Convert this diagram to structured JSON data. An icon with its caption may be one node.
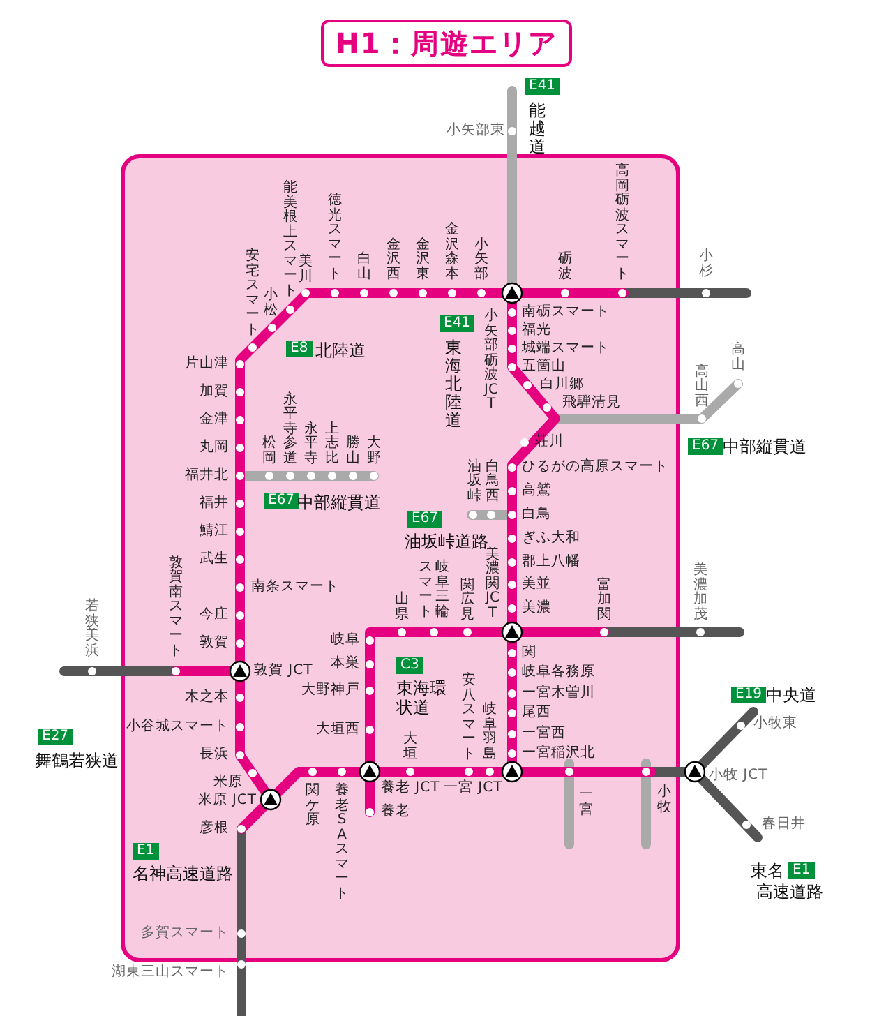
{
  "diagram": {
    "title": "H1：周遊エリア",
    "nodes": [
      {
        "text": [
          "E41"
        ],
        "beside": [
          "能越道"
        ]
      },
      {
        "text": [
          "E8"
        ],
        "beside": [
          "北陸道"
        ]
      },
      {
        "text": [
          "E41"
        ],
        "beside": [
          "東海北陸道"
        ]
      },
      {
        "text": [
          "E67"
        ],
        "beside": [
          "中部縦貫道"
        ]
      },
      {
        "text": [
          "E67"
        ],
        "beside": [
          "油坂峠道路"
        ]
      },
      {
        "text": [
          "E67"
        ],
        "beside": [
          "中部縦貫道"
        ]
      },
      {
        "text": [
          "C3"
        ],
        "beside": [
          "東海環状道"
        ]
      },
      {
        "text": [
          "E27"
        ],
        "beside": [
          "舞鶴若狭道"
        ]
      },
      {
        "text": [
          "E1"
        ],
        "beside": [
          "名神高速道路"
        ]
      },
      {
        "text": [
          "E19"
        ],
        "beside": [
          "中央道"
        ]
      },
      {
        "text": [
          "E1"
        ],
        "beside": [
          "東名",
          "高速道路"
        ]
      }
    ],
    "labels": [
      "小矢部東",
      "安宅スマート",
      "能美根上スマート",
      "小松",
      "美川",
      "徳光スマート",
      "白山",
      "金沢西",
      "金沢東",
      "金沢森本",
      "小矢部",
      "砺波",
      "高岡砺波スマート",
      "小杉",
      "南砺スマート",
      "福光",
      "城端スマート",
      "五箇山",
      "白川郷",
      "飛騨清見",
      "小矢部砺波JCT",
      "高山",
      "高山西",
      "片山津",
      "加賀",
      "金津",
      "丸岡",
      "福井北",
      "松岡",
      "永平寺参道",
      "永平寺",
      "上志比",
      "勝山",
      "大野",
      "荘川",
      "ひるがの高原スマート",
      "油坂峠",
      "白鳥西",
      "高鷲",
      "福井",
      "白鳥",
      "鯖江",
      "ぎふ大和",
      "武生",
      "郡上八幡",
      "南条スマート",
      "美並",
      "今庄",
      "美濃",
      "若狭美浜",
      "敦賀南スマート",
      "山県",
      "岐阜三輪スマート",
      "関広見",
      "美濃関JCT",
      "富加関",
      "美濃加茂",
      "敦賀",
      "岐阜",
      "関",
      "本巣",
      "敦賀 JCT",
      "岐阜各務原",
      "木之本",
      "大野神戸",
      "一宮木曽川",
      "尾西",
      "小谷城スマート",
      "大垣西",
      "一宮西",
      "小牧東",
      "長浜",
      "一宮稲沢北",
      "大垣",
      "安八スマート",
      "岐阜羽島",
      "米原",
      "関ケ原",
      "養老SAスマート",
      "養老 JCT",
      "一宮 JCT",
      "小牧 JCT",
      "一宮",
      "小牧",
      "米原 JCT",
      "養老",
      "彦根",
      "春日井",
      "多賀スマート",
      "湖東三山スマート"
    ]
  }
}
